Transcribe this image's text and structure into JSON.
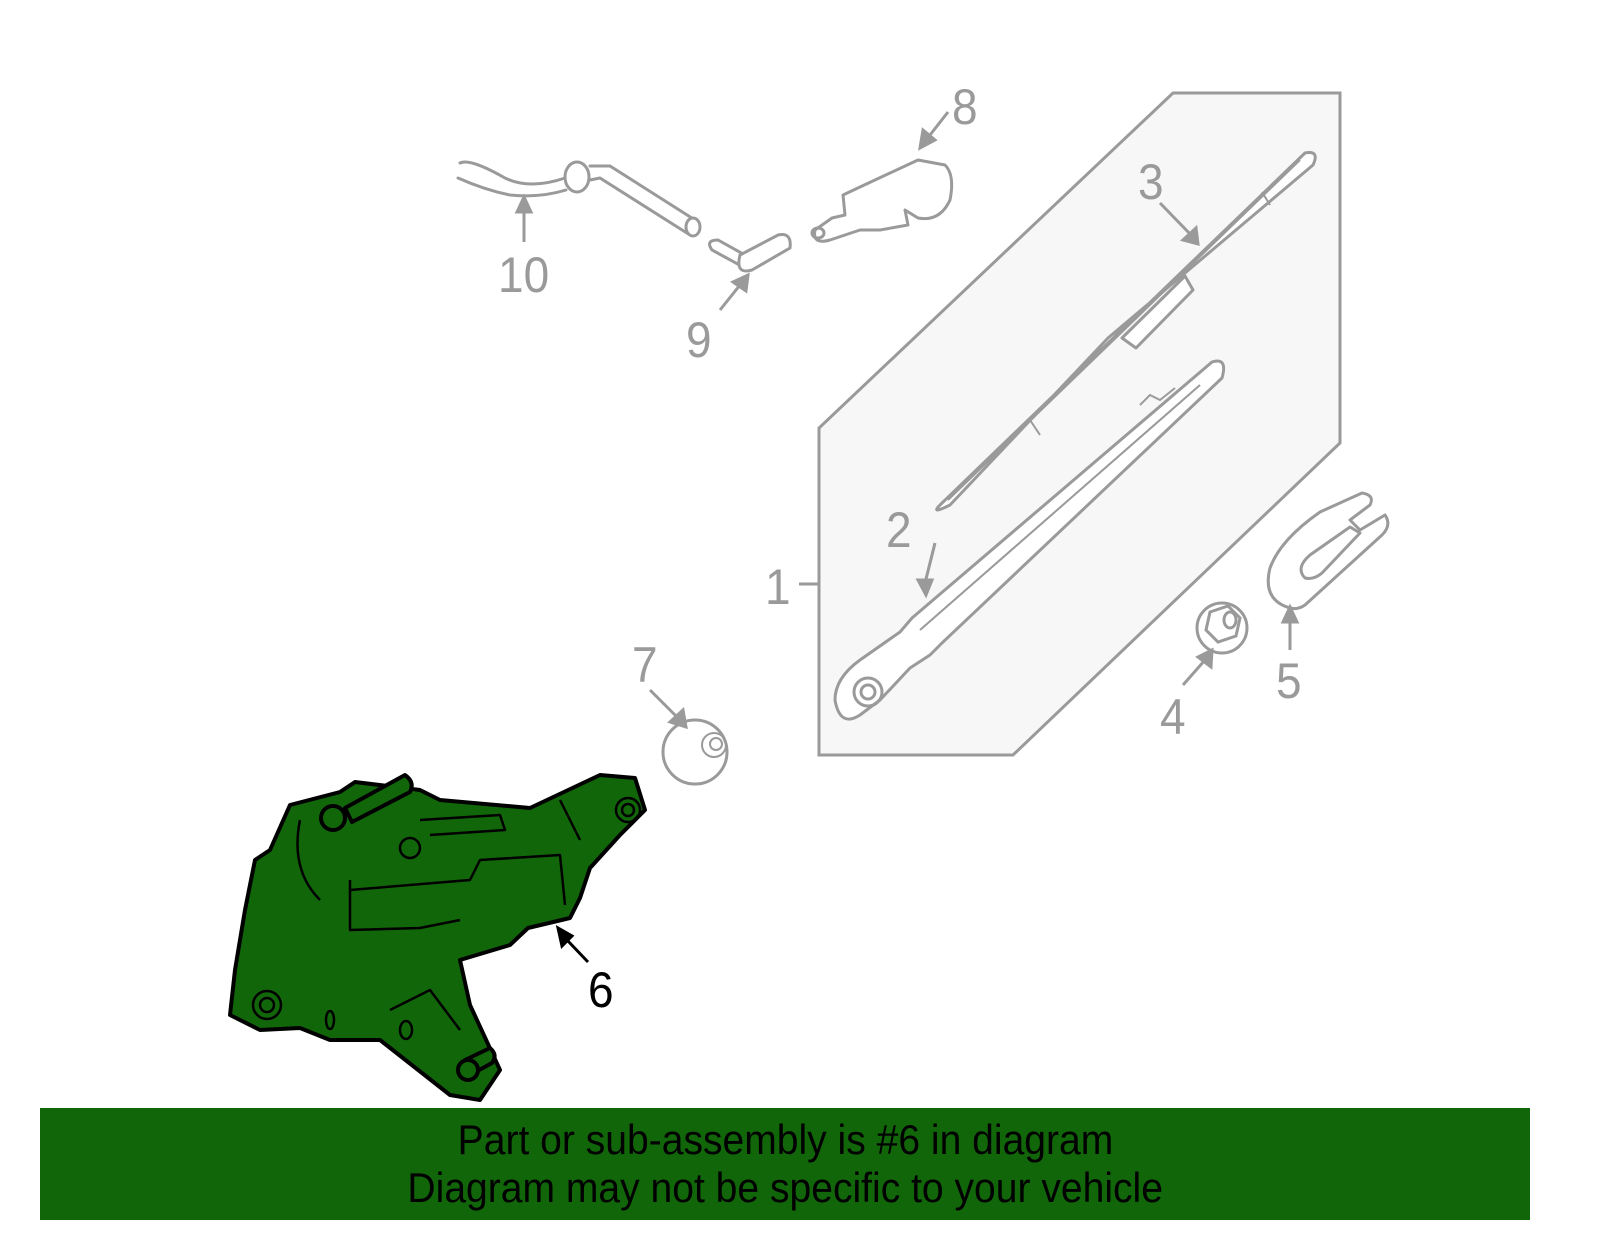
{
  "diagram": {
    "highlight_color": "#12660a",
    "line_color": "#9a9a9a",
    "panel_fill": "#f7f7f7",
    "callouts": [
      {
        "id": "1",
        "label": "1",
        "part": "wiper-arm-and-blade-assembly"
      },
      {
        "id": "2",
        "label": "2",
        "part": "wiper-arm"
      },
      {
        "id": "3",
        "label": "3",
        "part": "wiper-blade"
      },
      {
        "id": "4",
        "label": "4",
        "part": "nut"
      },
      {
        "id": "5",
        "label": "5",
        "part": "arm-cap"
      },
      {
        "id": "6",
        "label": "6",
        "part": "wiper-motor",
        "highlighted": true
      },
      {
        "id": "7",
        "label": "7",
        "part": "grommet"
      },
      {
        "id": "8",
        "label": "8",
        "part": "washer-nozzle"
      },
      {
        "id": "9",
        "label": "9",
        "part": "hose-connector"
      },
      {
        "id": "10",
        "label": "10",
        "part": "washer-hose"
      }
    ]
  },
  "banner": {
    "line1": "Part or sub-assembly is #6 in diagram",
    "line2": "Diagram may not be specific to your vehicle"
  }
}
